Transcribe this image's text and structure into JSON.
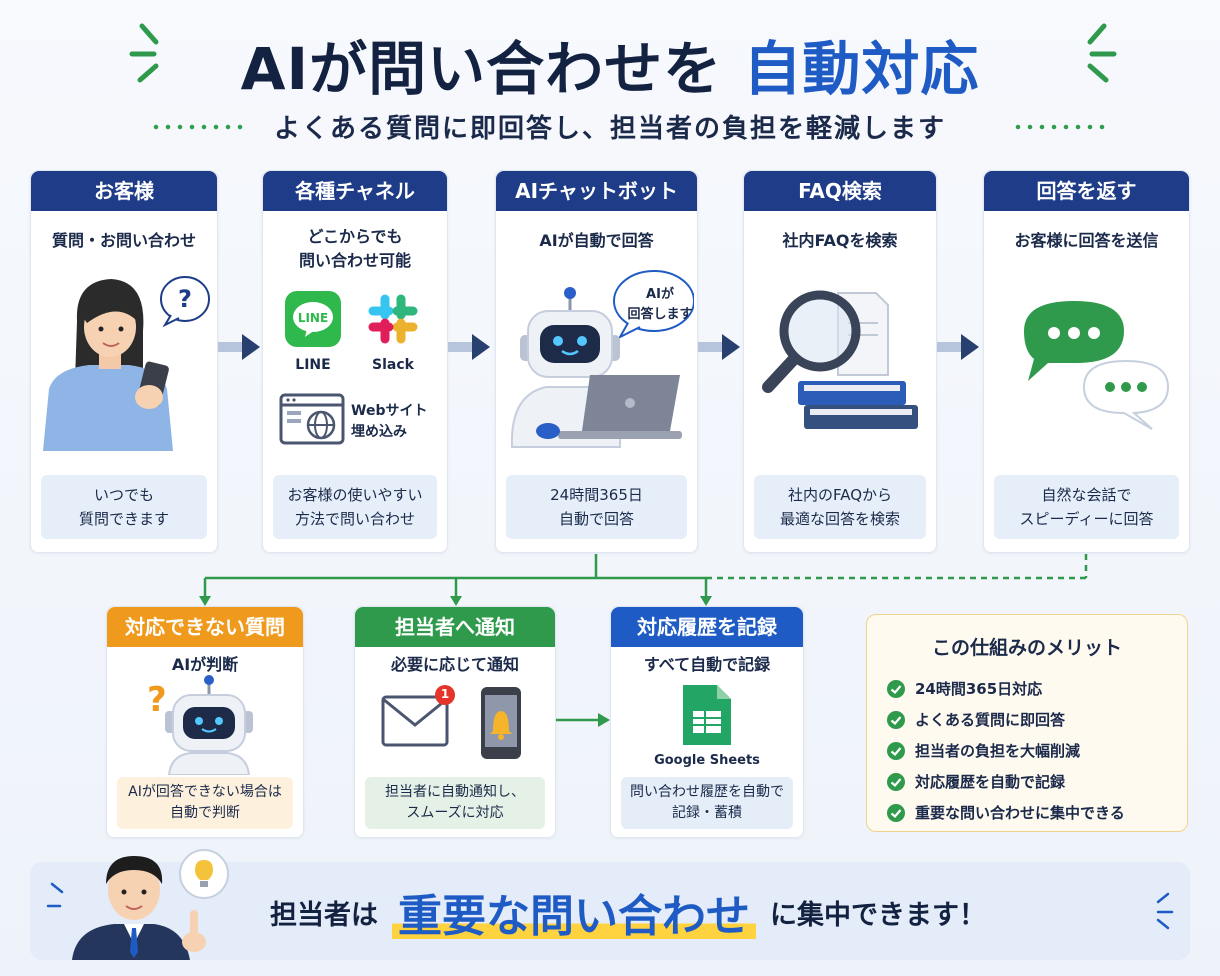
{
  "header": {
    "title_main": "AIが問い合わせを",
    "title_highlight": "自動対応",
    "subtitle": "よくある質問に即回答し、担当者の負担を軽減します"
  },
  "flow": [
    {
      "head": "お客様",
      "lead": "質問・お問い合わせ",
      "note": [
        "いつでも",
        "質問できます"
      ]
    },
    {
      "head": "各種チャネル",
      "lead": [
        "どこからでも",
        "問い合わせ可能"
      ],
      "note": [
        "お客様の使いやすい",
        "方法で問い合わせ"
      ],
      "channels": {
        "line_logo": "LINE",
        "line": "LINE",
        "slack": "Slack",
        "web": [
          "Webサイト",
          "埋め込み"
        ]
      }
    },
    {
      "head": "AIチャットボット",
      "lead": "AIが自動で回答",
      "bubble": [
        "AIが",
        "回答します"
      ],
      "note": [
        "24時間365日",
        "自動で回答"
      ]
    },
    {
      "head": "FAQ検索",
      "lead": "社内FAQを検索",
      "note": [
        "社内のFAQから",
        "最適な回答を検索"
      ]
    },
    {
      "head": "回答を返す",
      "lead": "お客様に回答を送信",
      "note": [
        "自然な会話で",
        "スピーディーに回答"
      ]
    }
  ],
  "sub": [
    {
      "head": "対応できない質問",
      "lead": "AIが判断",
      "note": [
        "AIが回答できない場合は",
        "自動で判断"
      ],
      "color": "#ef9a1c"
    },
    {
      "head": "担当者へ通知",
      "lead": "必要に応じて通知",
      "badge": "1",
      "note": [
        "担当者に自動通知し、",
        "スムーズに対応"
      ],
      "color": "#2f9a4b"
    },
    {
      "head": "対応履歴を記録",
      "lead": "すべて自動で記録",
      "app": "Google Sheets",
      "note": [
        "問い合わせ履歴を自動で",
        "記録・蓄積"
      ],
      "color": "#1f5bc4"
    }
  ],
  "merit": {
    "title": "この仕組みのメリット",
    "items": [
      "24時間365日対応",
      "よくある質問に即回答",
      "担当者の負担を大幅削減",
      "対応履歴を自動で記録",
      "重要な問い合わせに集中できる"
    ]
  },
  "banner": {
    "pre": "担当者は",
    "highlight": "重要な問い合わせ",
    "post": "に集中できます！"
  },
  "colors": {
    "navy": "#1e3c87",
    "blue": "#1f5bc4",
    "green": "#2f9a4b",
    "orange": "#ef9a1c"
  }
}
